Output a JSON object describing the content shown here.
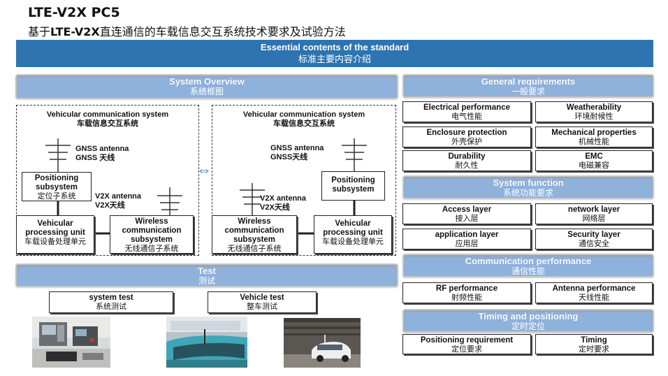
{
  "header": {
    "title": "LTE-V2X PC5",
    "subtitle_prefix": "基于",
    "subtitle_bold": "LTE-V2X",
    "subtitle_suffix": "直连通信的车载信息交互系统技术要求及试验方法"
  },
  "banner": {
    "en": "Essential contents of the standard",
    "zh": "标准主要内容介绍"
  },
  "system_overview": {
    "en": "System Overview",
    "zh": "系统框图",
    "left": {
      "title_en": "Vehicular communication system",
      "title_zh": "车载信息交互系统",
      "gnss_en": "GNSS antenna",
      "gnss_zh": "GNSS 天线",
      "pos_en": "Positioning subsystem",
      "pos_zh": "定位子系统",
      "v2x_en": "V2X antenna",
      "v2x_zh": "V2X天线",
      "vpu_en": "Vehicular processing unit",
      "vpu_zh": "车载设备处理单元",
      "wcs_en": "Wireless communication subsystem",
      "wcs_zh": "无线通信子系统"
    },
    "right": {
      "title_en": "Vehicular communication system",
      "title_zh": "车载信息交互系统",
      "gnss_en": "GNSS antenna",
      "gnss_zh": "GNSS天线",
      "pos_en": "Positioning subsystem",
      "v2x_en": "V2X antenna",
      "v2x_zh": "V2X天线",
      "wcs_en": "Wireless communication subsystem",
      "wcs_zh": "无线通信子系统",
      "vpu_en": "Vehicular processing unit",
      "vpu_zh": "车载设备处理单元"
    },
    "arrow": "⇔"
  },
  "test": {
    "en": "Test",
    "zh": "测试",
    "system_test_en": "system test",
    "system_test_zh": "系统测试",
    "vehicle_test_en": "Vehicle test",
    "vehicle_test_zh": "整车测试"
  },
  "general": {
    "en": "General requirements",
    "zh": "一般要求",
    "items": [
      {
        "en": "Electrical performance",
        "zh": "电气性能"
      },
      {
        "en": "Weatherability",
        "zh": "环境耐候性"
      },
      {
        "en": "Enclosure protection",
        "zh": "外壳保护"
      },
      {
        "en": "Mechanical properties",
        "zh": "机械性能"
      },
      {
        "en": "Durability",
        "zh": "耐久性"
      },
      {
        "en": "EMC",
        "zh": "电磁兼容"
      }
    ]
  },
  "system_function": {
    "en": "System function",
    "zh": "系统功能要求",
    "items": [
      {
        "en": "Access layer",
        "zh": "接入层"
      },
      {
        "en": "network layer",
        "zh": "网络层"
      },
      {
        "en": "application layer",
        "zh": "应用层"
      },
      {
        "en": "Security layer",
        "zh": "通信安全"
      }
    ]
  },
  "comm": {
    "en": "Communication performance",
    "zh": "通信性能",
    "items": [
      {
        "en": "RF performance",
        "zh": "射频性能"
      },
      {
        "en": "Antenna performance",
        "zh": "天线性能"
      }
    ]
  },
  "timing": {
    "en": "Timing and positioning",
    "zh": "定时定位",
    "items": [
      {
        "en": "Positioning requirement",
        "zh": "定位要求"
      },
      {
        "en": "Timing",
        "zh": "定时要求"
      }
    ]
  }
}
